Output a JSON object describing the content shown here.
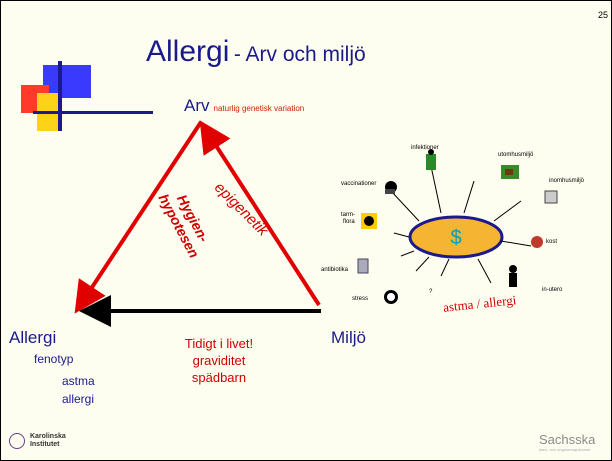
{
  "page_number": "25",
  "title": {
    "main": "Allergi",
    "sub": "- Arv och miljö"
  },
  "arv": {
    "word": "Arv",
    "note": "naturlig genetisk variation"
  },
  "epigenetik": "epigenetik",
  "hygien": {
    "line1": "Hygien-",
    "line2": "hypotesen"
  },
  "allergi_node": {
    "label": "Allergi",
    "items": [
      "fenotyp",
      "astma",
      "allergi"
    ]
  },
  "miljo_node": "Miljö",
  "tidigt": {
    "line1": "Tidigt i livet!",
    "line2": "graviditet",
    "line3": "spädbarn"
  },
  "factors": {
    "infektioner": "infektioner",
    "utomhusmiljo": "utomhusmiljö",
    "inomhusmiljo": "inomhusmiljö",
    "vaccinationer": "vaccinationer",
    "tarmflora_1": "tarm-",
    "tarmflora_2": "flora",
    "kost": "kost",
    "antibiotika": "antibiotika",
    "in_utero": "in-utero",
    "stress": "stress",
    "question": "?"
  },
  "astma_allergi": "astma / allergi",
  "footer": {
    "logo_line1": "Karolinska",
    "logo_line2": "Institutet",
    "brand": "Sachsska",
    "brand_sub": "barn- och ungdomssjukhuset"
  },
  "colors": {
    "title_blue": "#1a1a8c",
    "arrow_red": "#e00000",
    "accent_yellow": "#ffd21a",
    "accent_blue": "#3a3aff",
    "accent_red": "#ff3a2a"
  }
}
